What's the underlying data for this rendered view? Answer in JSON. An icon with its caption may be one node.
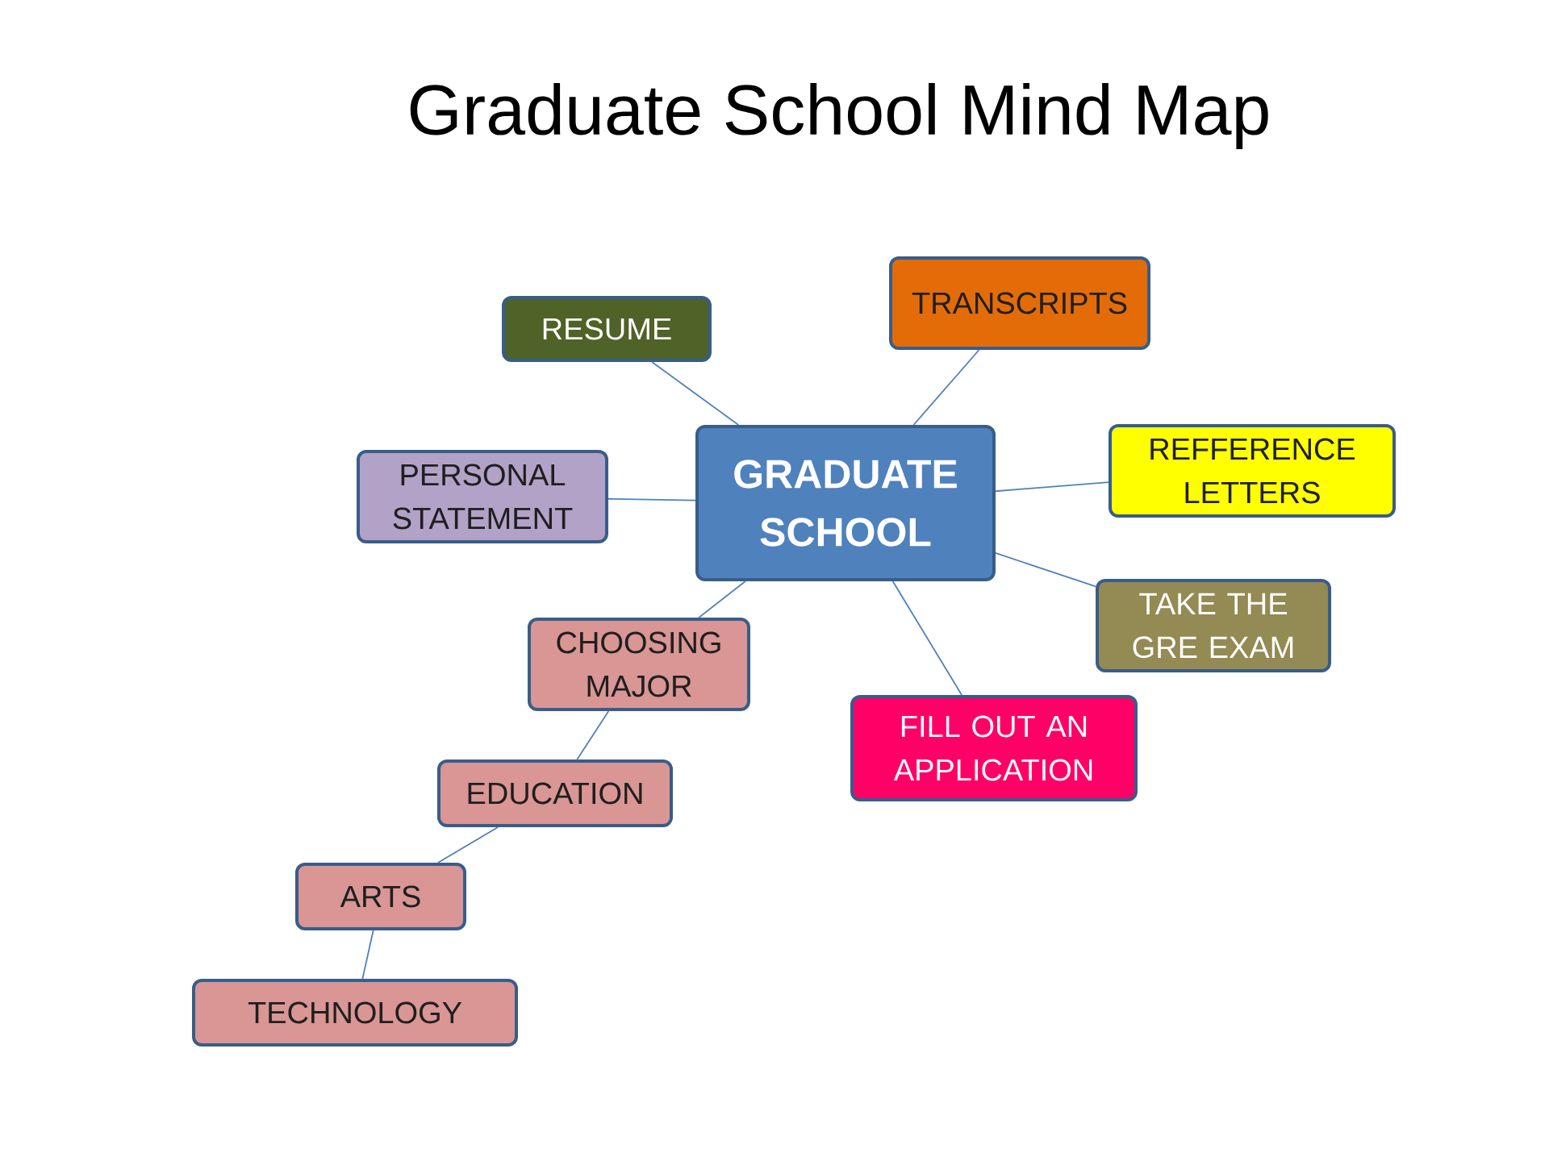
{
  "diagram": {
    "title": "Graduate School Mind Map",
    "nodes": [
      {
        "text": [
          "GRADUATE SCHOOL"
        ]
      },
      {
        "text": [
          "RESUME"
        ]
      },
      {
        "text": [
          "TRANSCRIPTS"
        ]
      },
      {
        "text": [
          "REFFERENCE LETTERS"
        ]
      },
      {
        "text": [
          "PERSONAL STATEMENT"
        ]
      },
      {
        "text": [
          "TAKE THE GRE EXAM"
        ]
      },
      {
        "text": [
          "CHOOSING MAJOR"
        ]
      },
      {
        "text": [
          "FILL OUT AN APPLICATION"
        ]
      },
      {
        "text": [
          "EDUCATION"
        ]
      },
      {
        "text": [
          "ARTS"
        ]
      },
      {
        "text": [
          "TECHNOLOGY"
        ]
      }
    ],
    "edges": [
      {
        "from": 0,
        "to": 1,
        "arrow": "none"
      },
      {
        "from": 0,
        "to": 2,
        "arrow": "none"
      },
      {
        "from": 0,
        "to": 3,
        "arrow": "none"
      },
      {
        "from": 0,
        "to": 4,
        "arrow": "none"
      },
      {
        "from": 0,
        "to": 5,
        "arrow": "none"
      },
      {
        "from": 0,
        "to": 6,
        "arrow": "none"
      },
      {
        "from": 0,
        "to": 7,
        "arrow": "none"
      },
      {
        "from": 6,
        "to": 8,
        "arrow": "none"
      },
      {
        "from": 8,
        "to": 9,
        "arrow": "none"
      },
      {
        "from": 9,
        "to": 10,
        "arrow": "none"
      }
    ]
  }
}
